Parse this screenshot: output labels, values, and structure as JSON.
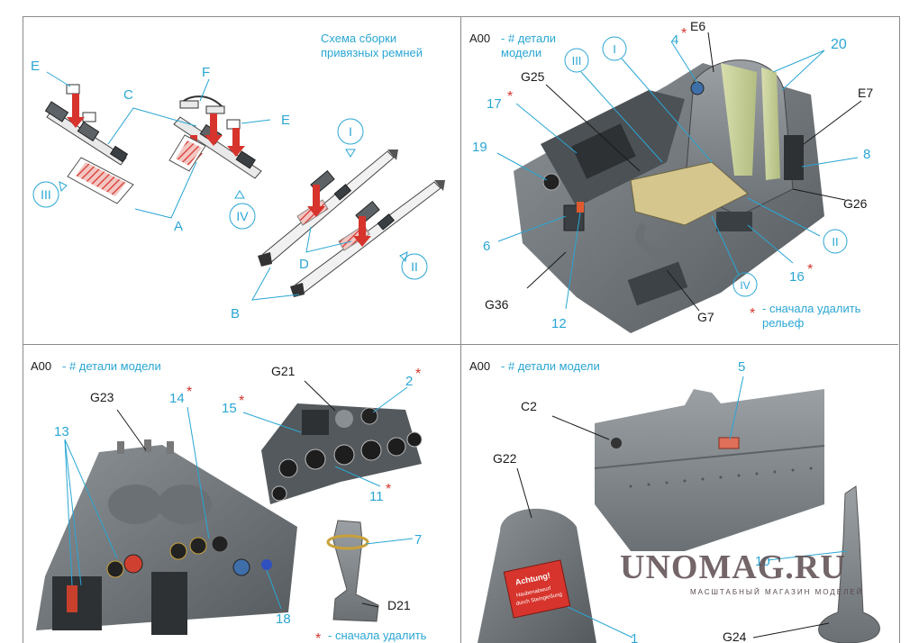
{
  "panels": {
    "p1": {
      "title_line1": "Схема сборки",
      "title_line2": "привязных ремней",
      "labels": {
        "E_left": "E",
        "C": "C",
        "F": "F",
        "E_right": "E",
        "A": "A",
        "D": "D",
        "B": "B"
      },
      "roman": {
        "III": "III",
        "IV": "IV",
        "I": "I",
        "II": "II"
      }
    },
    "p2": {
      "header_code": "A00",
      "header_text": "- # детали",
      "header_text2": "модели",
      "labels": {
        "n4": "4",
        "E6": "E6",
        "n20": "20",
        "III": "III",
        "I": "I",
        "G25": "G25",
        "n17": "17",
        "E7": "E7",
        "n19": "19",
        "n8": "8",
        "G26": "G26",
        "n6": "6",
        "II": "II",
        "n16": "16",
        "IV": "IV",
        "G36": "G36",
        "n12": "12",
        "G7": "G7"
      },
      "note_line1": "- сначала удалить",
      "note_line2": "рельеф"
    },
    "p3": {
      "header_code": "A00",
      "header_text": "- # детали модели",
      "labels": {
        "G21": "G21",
        "n2": "2",
        "G23": "G23",
        "n14": "14",
        "n15": "15",
        "n13": "13",
        "n11": "11",
        "n7": "7",
        "D21": "D21",
        "n18": "18"
      },
      "note_line1": "- сначала удалить"
    },
    "p4": {
      "header_code": "A00",
      "header_text": "- # детали модели",
      "labels": {
        "n5": "5",
        "C2": "C2",
        "G22": "G22",
        "n10": "10",
        "n1": "1",
        "G24": "G24"
      },
      "placard_title": "Achtung!",
      "placard_line1": "Haubenabwurf",
      "placard_line2": "durch Steingießung"
    }
  },
  "watermark": {
    "name": "UNOMAG.RU",
    "tagline": "МАСШТАБНЫЙ МАГАЗИН МОДЕЛЕЙ"
  },
  "colors": {
    "label_cyan": "#2aa6d4",
    "asterisk_red": "#d6342c",
    "part_grey": "#6f7478",
    "belt_green": "#cdd69a",
    "frame_grey": "#8a8a8a"
  }
}
